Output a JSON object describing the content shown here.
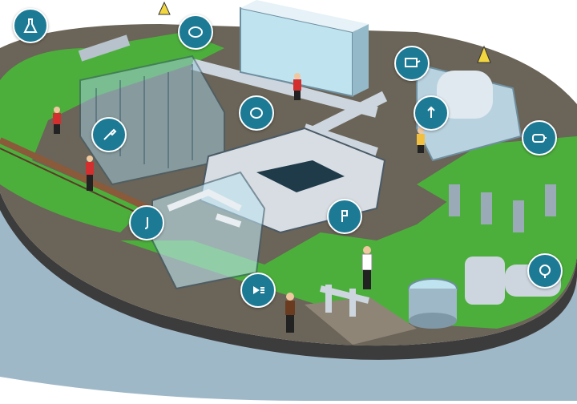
{
  "scene": {
    "colors": {
      "grass": "#4caf3c",
      "grass_dark": "#2f7d2a",
      "ground": "#6b6458",
      "pavement": "#8e8576",
      "base": "#4a4a4a",
      "water_edge": "#9fb8c8",
      "marker": "#1d7a95",
      "pipe": "#cdd6df",
      "glass": "#bfe3ef",
      "worker_shirt": "#d32f2f",
      "warning": "#f2d640"
    },
    "markers": [
      {
        "id": "process-flow",
        "icon": "flask-icon"
      },
      {
        "id": "water-source",
        "icon": "circle-icon"
      },
      {
        "id": "monitoring",
        "icon": "monitor-icon"
      },
      {
        "id": "aeration",
        "icon": "circle-icon"
      },
      {
        "id": "maintenance",
        "icon": "wrench-icon"
      },
      {
        "id": "upload",
        "icon": "upload-icon"
      },
      {
        "id": "control",
        "icon": "display-icon"
      },
      {
        "id": "pipeline",
        "icon": "hook-icon"
      },
      {
        "id": "filtration",
        "icon": "flag-icon"
      },
      {
        "id": "pump",
        "icon": "pump-icon"
      },
      {
        "id": "inspection",
        "icon": "magnifier-icon"
      }
    ]
  }
}
